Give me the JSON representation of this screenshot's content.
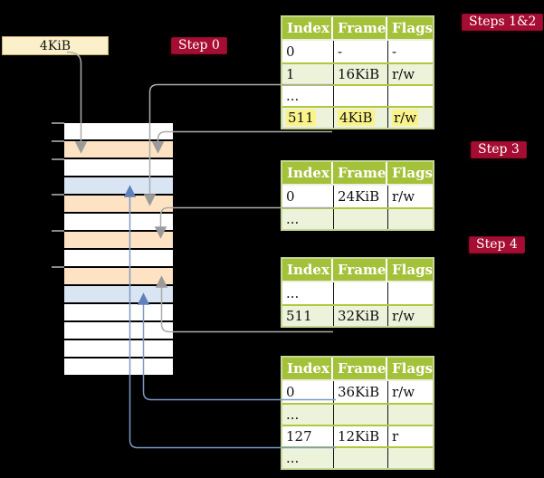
{
  "background": "#000000",
  "frame_size_box": {
    "label": "4KiB"
  },
  "step_labels": {
    "step0": "Step 0",
    "steps12": "Steps 1&2",
    "step3": "Step 3",
    "step4": "Step 4"
  },
  "table_columns": [
    "Index",
    "Frame",
    "Flags"
  ],
  "tables": [
    {
      "id": "table-steps-1-2",
      "rows": [
        {
          "cells": [
            "0",
            "-",
            "-"
          ],
          "shade": "white"
        },
        {
          "cells": [
            "1",
            "16KiB",
            "r/w"
          ],
          "shade": "green"
        },
        {
          "cells": [
            "...",
            "",
            ""
          ],
          "shade": "white"
        },
        {
          "cells": [
            "511",
            "4KiB",
            "r/w"
          ],
          "shade": "green-hl"
        }
      ]
    },
    {
      "id": "table-step-3",
      "rows": [
        {
          "cells": [
            "0",
            "24KiB",
            "r/w"
          ],
          "shade": "white"
        },
        {
          "cells": [
            "...",
            "",
            ""
          ],
          "shade": "green"
        }
      ]
    },
    {
      "id": "table-step-4",
      "rows": [
        {
          "cells": [
            "...",
            "",
            ""
          ],
          "shade": "white"
        },
        {
          "cells": [
            "511",
            "32KiB",
            "r/w"
          ],
          "shade": "green"
        }
      ]
    },
    {
      "id": "table-final",
      "rows": [
        {
          "cells": [
            "0",
            "36KiB",
            "r/w"
          ],
          "shade": "white"
        },
        {
          "cells": [
            "...",
            "",
            ""
          ],
          "shade": "green"
        },
        {
          "cells": [
            "127",
            "12KiB",
            "r"
          ],
          "shade": "white"
        },
        {
          "cells": [
            "...",
            "",
            ""
          ],
          "shade": "green"
        }
      ]
    }
  ],
  "memory_column": {
    "rows": [
      {
        "color": "white"
      },
      {
        "color": "orange"
      },
      {
        "color": "white"
      },
      {
        "color": "blue"
      },
      {
        "color": "orange"
      },
      {
        "color": "white"
      },
      {
        "color": "orange"
      },
      {
        "color": "white"
      },
      {
        "color": "orange"
      },
      {
        "color": "blue"
      },
      {
        "color": "white"
      },
      {
        "color": "white"
      },
      {
        "color": "white"
      },
      {
        "color": "white"
      }
    ]
  },
  "connectors": [
    {
      "from": "frame-size-box",
      "to": "memory-frame-2",
      "color_key": "connector_gray"
    },
    {
      "from": "table1-entry-1",
      "to": "memory-frame-5",
      "color_key": "connector_gray"
    },
    {
      "from": "table1-entry-511",
      "to": "memory-frame-2",
      "color_key": "connector_gray"
    },
    {
      "from": "table2-entry-0",
      "to": "memory-frame-7",
      "color_key": "connector_gray"
    },
    {
      "from": "table3-entry-511",
      "to": "memory-frame-9",
      "color_key": "connector_gray"
    },
    {
      "from": "table4-entry-0",
      "to": "memory-frame-10",
      "color_key": "connector_blue"
    },
    {
      "from": "table4-entry-127",
      "to": "memory-frame-4",
      "color_key": "connector_blue"
    }
  ],
  "colors": {
    "label_bg": "#a60d32",
    "label_text": "#ffffff",
    "box_bg": "#fcf0cb",
    "box_border": "#c3af72",
    "table_header_bg": "#a4c13a",
    "table_header_text": "#ffffff",
    "table_row_green": "#edf2da",
    "table_border": "#c6d795",
    "row_divider_green": "#b2c83c",
    "highlight_yellow": "#faf389",
    "mem_orange": "#fde3c3",
    "mem_blue": "#d9e5f3",
    "tick_gray": "#8a8a8a",
    "connector_gray": "#ababab",
    "connector_blue": "#7d99c6"
  }
}
